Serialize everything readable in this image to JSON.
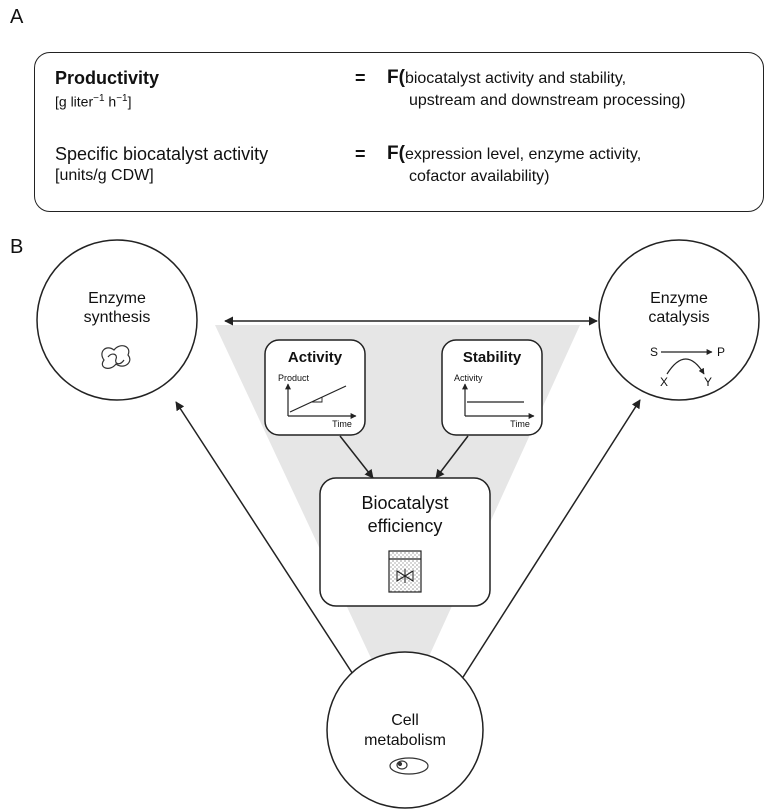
{
  "panel_a": {
    "label": "A",
    "rows": [
      {
        "lhs": "Productivity",
        "unit_prefix": "[g liter",
        "unit_exp1": "−1",
        "unit_mid": " h",
        "unit_exp2": "−1",
        "unit_suffix": "]",
        "equals": "=",
        "func": "F(",
        "rhs_line1": "biocatalyst activity and stability,",
        "rhs_line2": "upstream and downstream processing)"
      },
      {
        "lhs": "Specific biocatalyst activity",
        "unit": "[units/g CDW]",
        "equals": "=",
        "func": "F(",
        "rhs_line1": "expression level, enzyme activity,",
        "rhs_line2": "cofactor availability)"
      }
    ]
  },
  "panel_b": {
    "label": "B",
    "nodes": {
      "enzyme_synthesis": [
        "Enzyme",
        "synthesis"
      ],
      "enzyme_catalysis": [
        "Enzyme",
        "catalysis"
      ],
      "cell_metabolism": [
        "Cell",
        "metabolism"
      ],
      "biocatalyst_efficiency": [
        "Biocatalyst",
        "efficiency"
      ]
    },
    "reaction": {
      "s": "S",
      "p": "P",
      "x": "X",
      "y": "Y"
    },
    "activity_box": {
      "title": "Activity",
      "y_label": "Product",
      "x_label": "Time"
    },
    "stability_box": {
      "title": "Stability",
      "y_label": "Activity",
      "x_label": "Time"
    }
  },
  "colors": {
    "background": "#ffffff",
    "triangle_fill": "#e6e6e6",
    "stroke": "#222222"
  }
}
